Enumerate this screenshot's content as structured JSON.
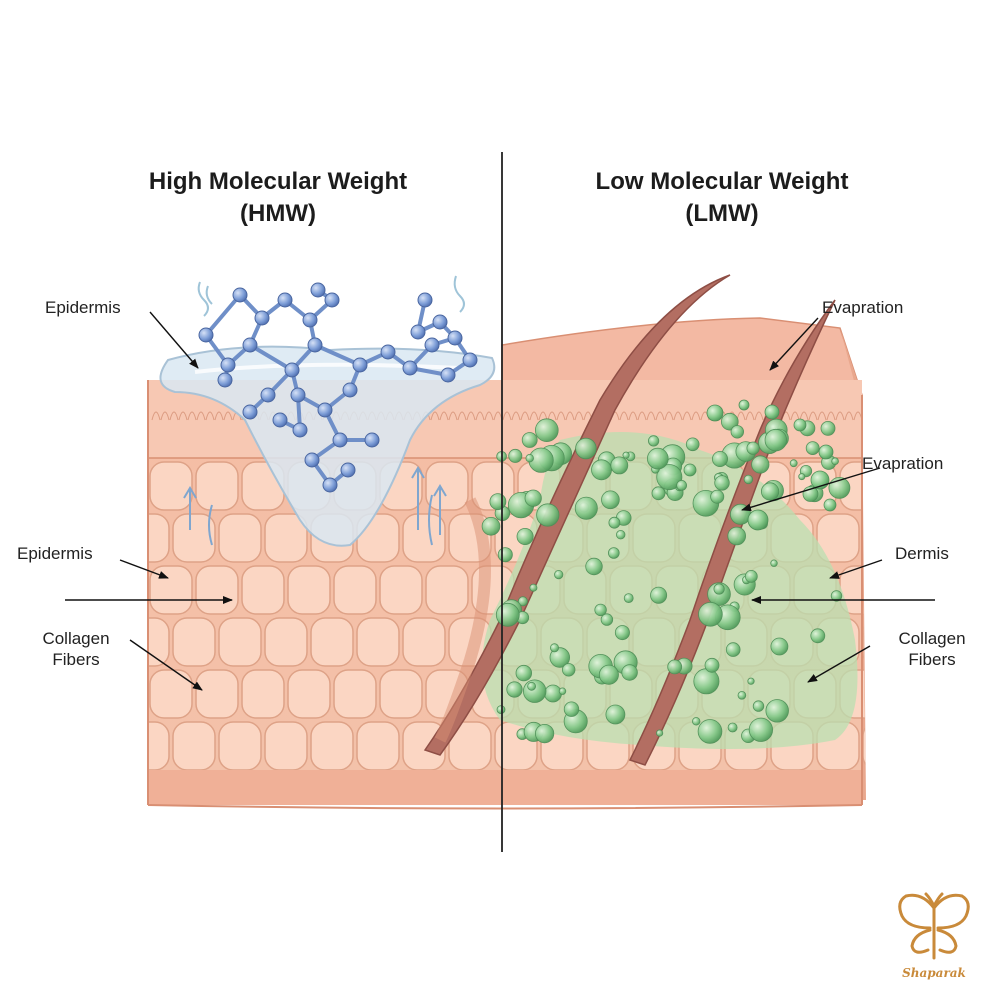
{
  "titles": {
    "hmw_line1": "High Molecular Weight",
    "hmw_line2": "(HMW)",
    "lmw_line1": "Low Molecular Weight",
    "lmw_line2": "(LMW)"
  },
  "labels": {
    "epidermis_top": "Epidermis",
    "epidermis_middle": "Epidermis",
    "collagen_left_line1": "Collagen",
    "collagen_left_line2": "Fibers",
    "evaporation_top": "Evapration",
    "evaporation_middle": "Evapration",
    "dermis": "Dermis",
    "collagen_right_line1": "Collagen",
    "collagen_right_line2": "Fibers"
  },
  "brand": {
    "name": "Shaparak",
    "icon": "butterfly-logo-icon"
  },
  "colors": {
    "skin_light": "#f9d2bd",
    "skin_mid": "#f2b59b",
    "skin_outline": "#d98f73",
    "molecule_blue": "#7f9fd8",
    "gel_blue": "#d9e8f2",
    "particle_green": "#86c98a",
    "particle_cloud": "#b9dfb0",
    "hair_brown": "#a56558",
    "brand_orange": "#c98a3a"
  }
}
